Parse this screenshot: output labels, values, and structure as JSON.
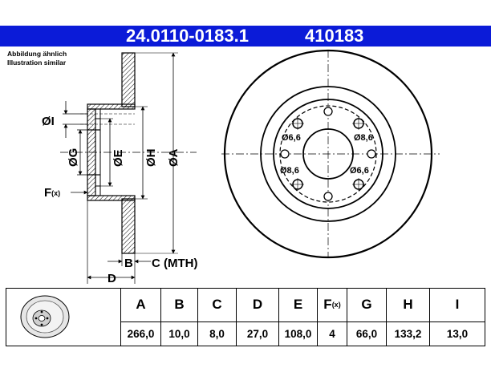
{
  "header": {
    "article_number": "24.0110-0183.1",
    "short_number": "410183"
  },
  "notes": {
    "line1": "Abbildung ähnlich",
    "line2": "Illustration similar"
  },
  "side_view_labels": {
    "dim_i": "ØI",
    "dim_g": "ØG",
    "dim_e": "ØE",
    "dim_h": "ØH",
    "dim_a": "ØA",
    "f_main": "F",
    "f_sub": "(x)",
    "dim_b": "B",
    "dim_c": "C (MTH)",
    "dim_d": "D"
  },
  "front_view_labels": {
    "hole_top_left": "Ø6,6",
    "hole_top_right": "Ø8,6",
    "hole_bottom_left": "Ø8,6",
    "hole_bottom_right": "Ø6,6"
  },
  "spec_table": {
    "headers": [
      {
        "main": "A",
        "sub": ""
      },
      {
        "main": "B",
        "sub": ""
      },
      {
        "main": "C",
        "sub": ""
      },
      {
        "main": "D",
        "sub": ""
      },
      {
        "main": "E",
        "sub": ""
      },
      {
        "main": "F",
        "sub": "(x)"
      },
      {
        "main": "G",
        "sub": ""
      },
      {
        "main": "H",
        "sub": ""
      },
      {
        "main": "I",
        "sub": ""
      }
    ],
    "values": [
      "266,0",
      "10,0",
      "8,0",
      "27,0",
      "108,0",
      "4",
      "66,0",
      "133,2",
      "13,0"
    ]
  },
  "colors": {
    "header_bg": "#0b1bd8",
    "header_text": "#ffffff",
    "hatch": "#000000"
  }
}
